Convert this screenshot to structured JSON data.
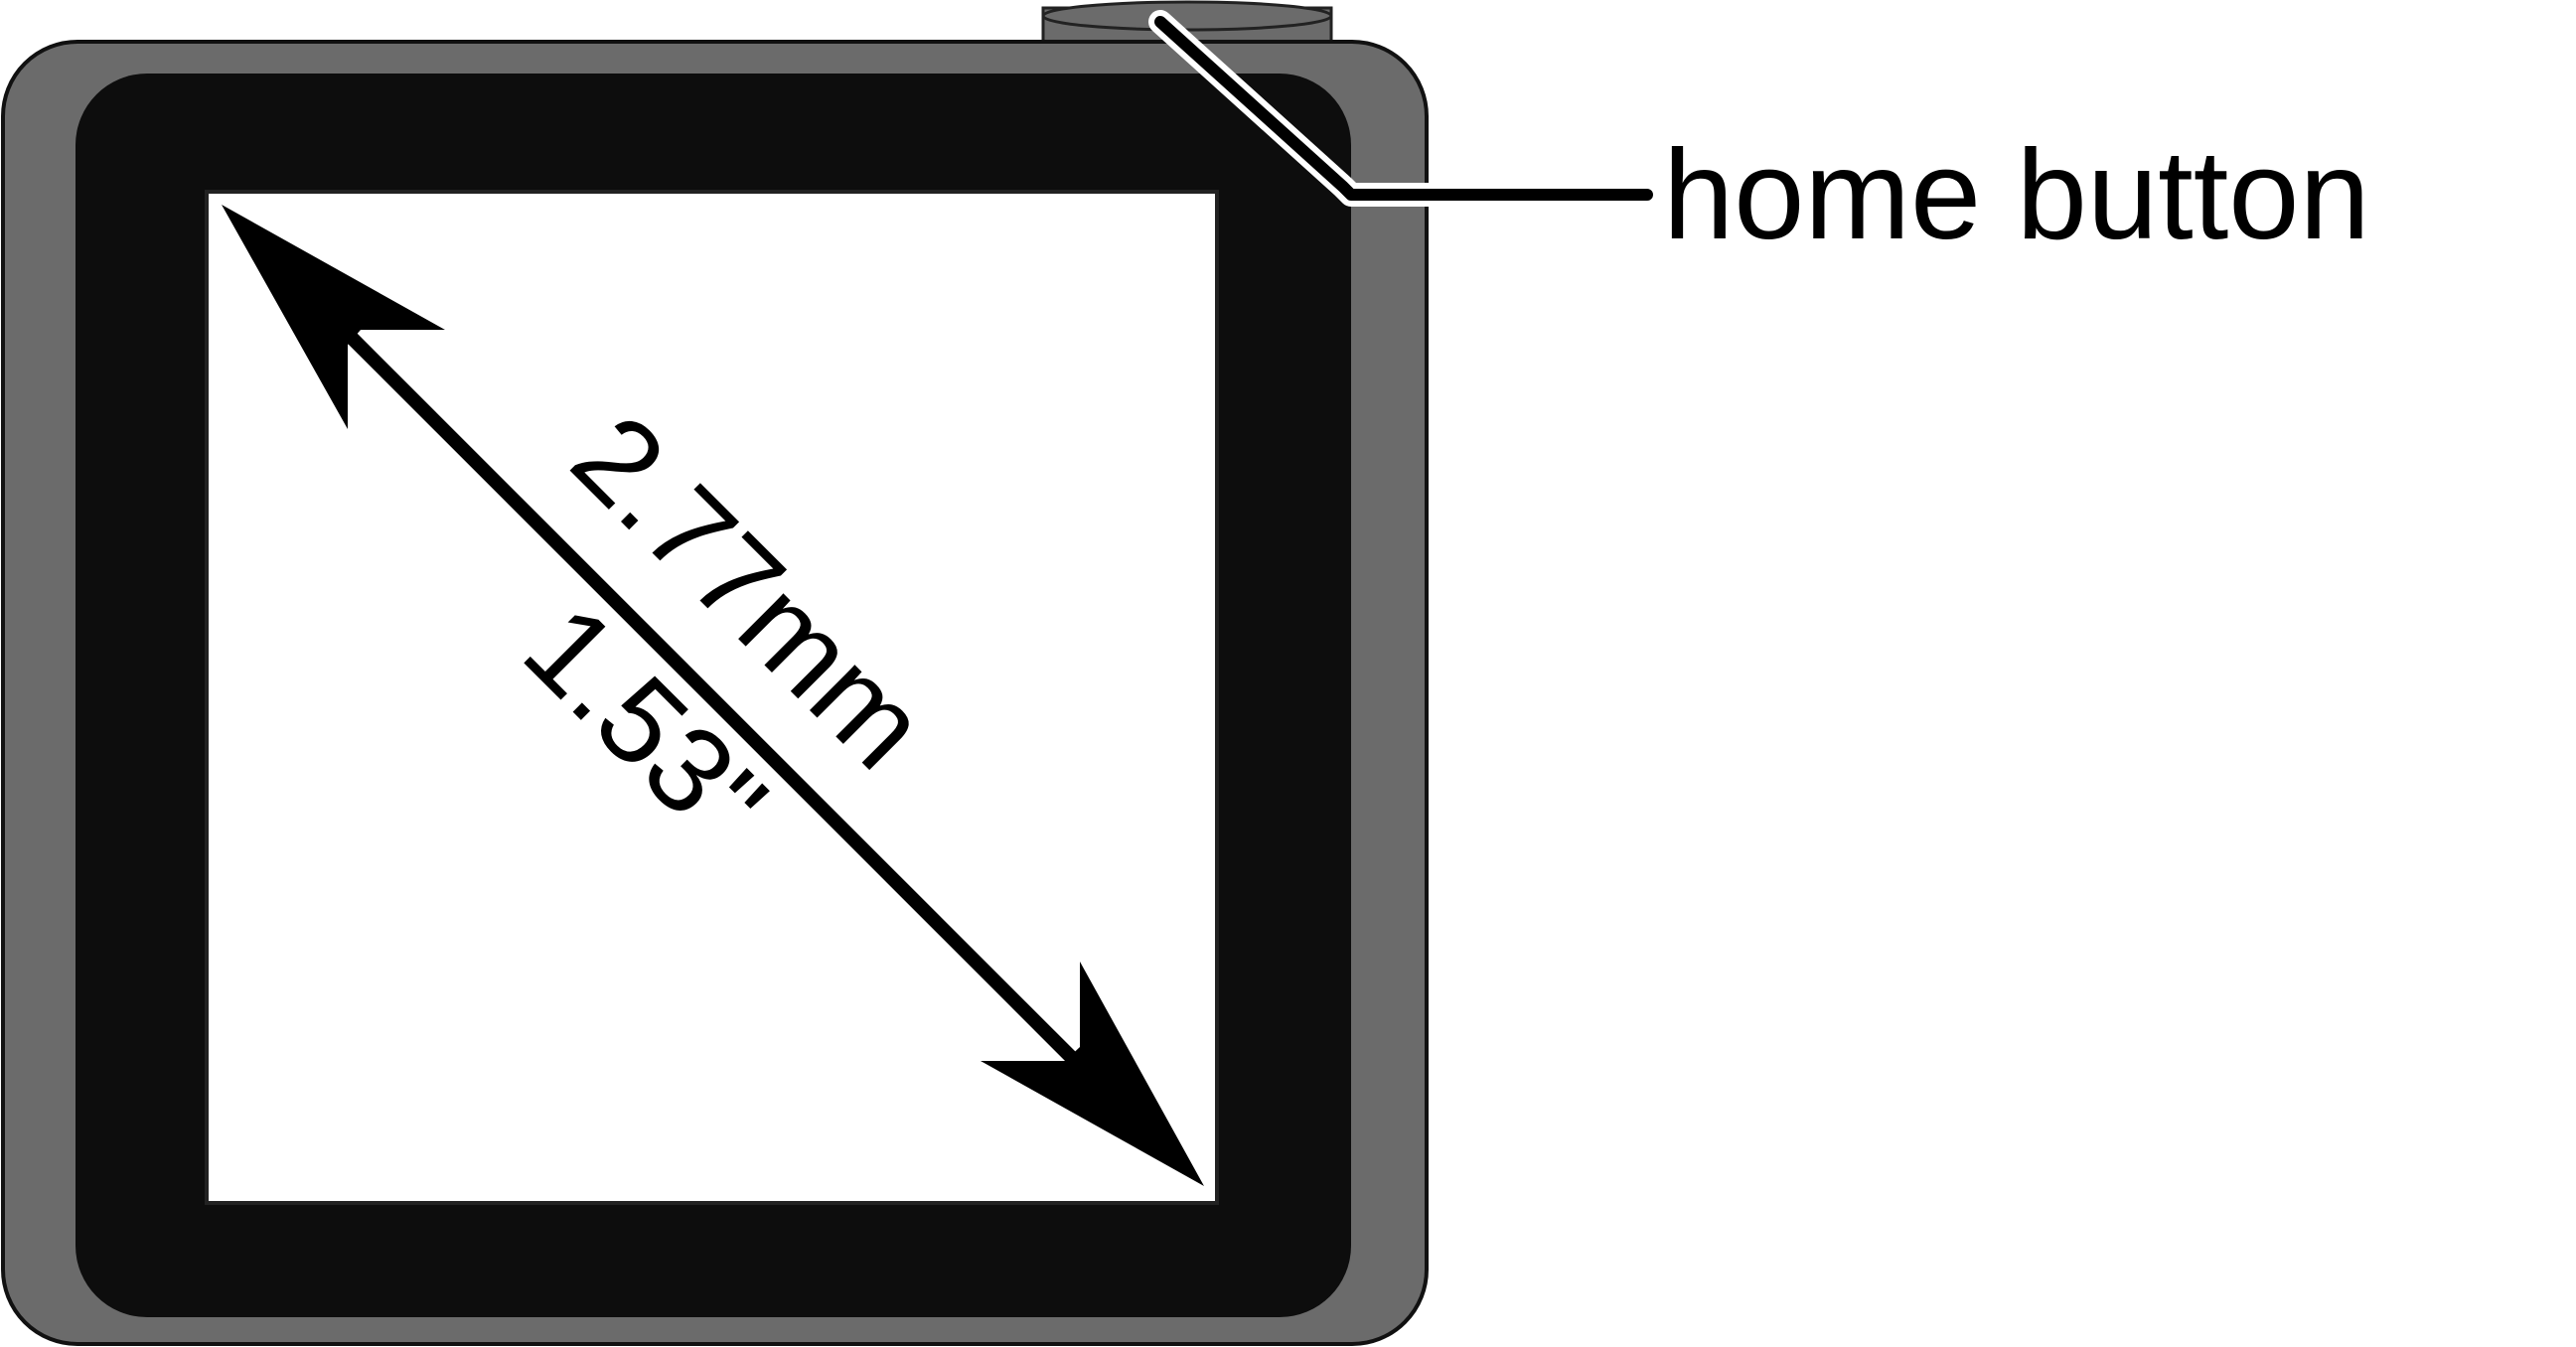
{
  "diagram": {
    "callout": {
      "label": "home button"
    },
    "measurements": {
      "metric": "2.77mm",
      "imperial": "1.53\""
    }
  },
  "colors": {
    "outer_case": "#6b6b6b",
    "bezel": "#0d0d0d",
    "screen": "#ffffff",
    "ink": "#000000"
  },
  "icons": {
    "diagonal_arrow": "double-headed-arrow-icon"
  }
}
